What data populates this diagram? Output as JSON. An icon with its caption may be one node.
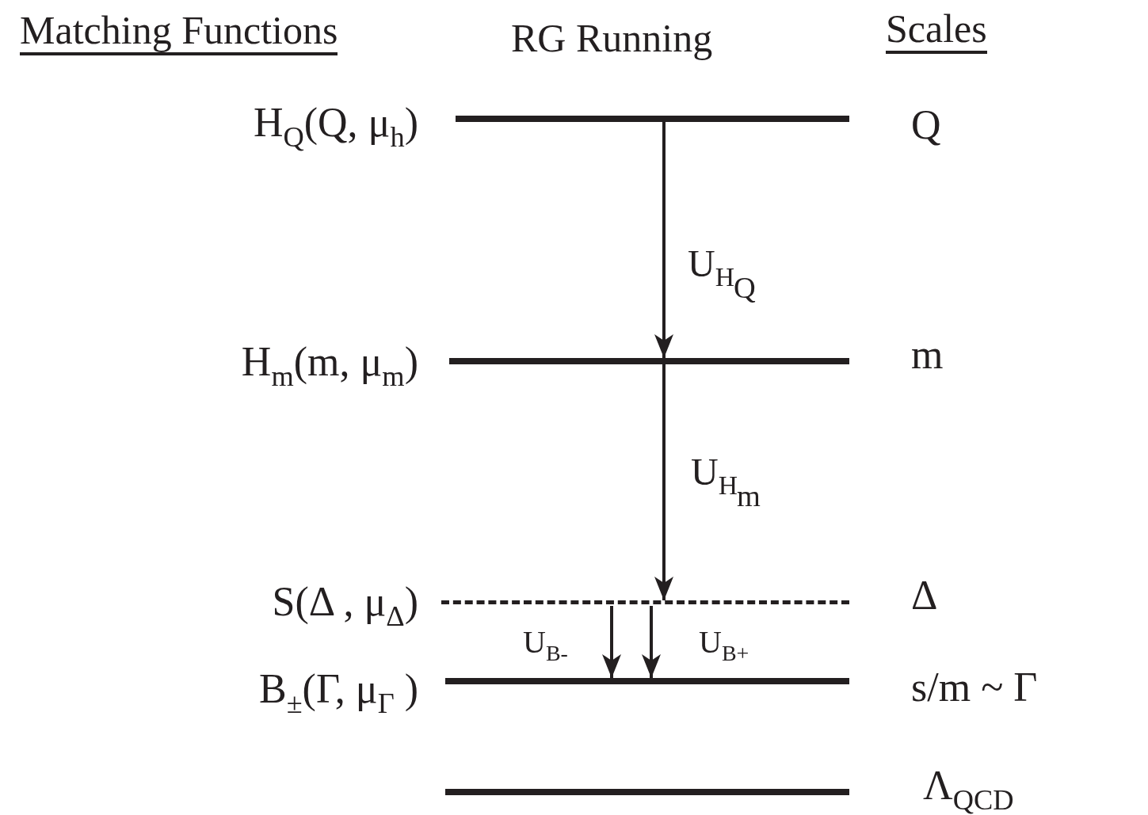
{
  "diagram": {
    "nodes": [
      {
        "text": [],
        "shape": "bar",
        "beside": [
          "H$_{Q}$(Q, μ$_{h}$)",
          "Q"
        ]
      },
      {
        "text": [],
        "shape": "bar",
        "beside": [
          "H$_{m}$(m, μ$_{m}$)",
          "m"
        ]
      },
      {
        "text": [],
        "shape": "bar",
        "beside": [
          "S(Δ , μ$_{Δ}$)",
          "Δ"
        ]
      },
      {
        "text": [],
        "shape": "bar",
        "beside": [
          "B$_{±}$(Γ, μ$_{Γ}$ )",
          "s/m  ~ Γ"
        ]
      },
      {
        "text": [],
        "shape": "bar",
        "beside": [
          "Λ$_{QCD}$"
        ]
      }
    ],
    "edges": [
      {
        "from": 0,
        "to": 1,
        "arrow": "to",
        "label": "U$_{H}$$_{Q}$"
      },
      {
        "from": 1,
        "to": 2,
        "arrow": "to",
        "label": "U$_{H}$$_{m}$"
      },
      {
        "from": 2,
        "to": 3,
        "arrow": "to",
        "label": "U$_{B-}$"
      },
      {
        "from": 2,
        "to": 3,
        "arrow": "to",
        "label": "U$_{B+}$"
      }
    ],
    "labels": [
      "Matching Functions",
      "RG Running",
      "Scales"
    ]
  }
}
